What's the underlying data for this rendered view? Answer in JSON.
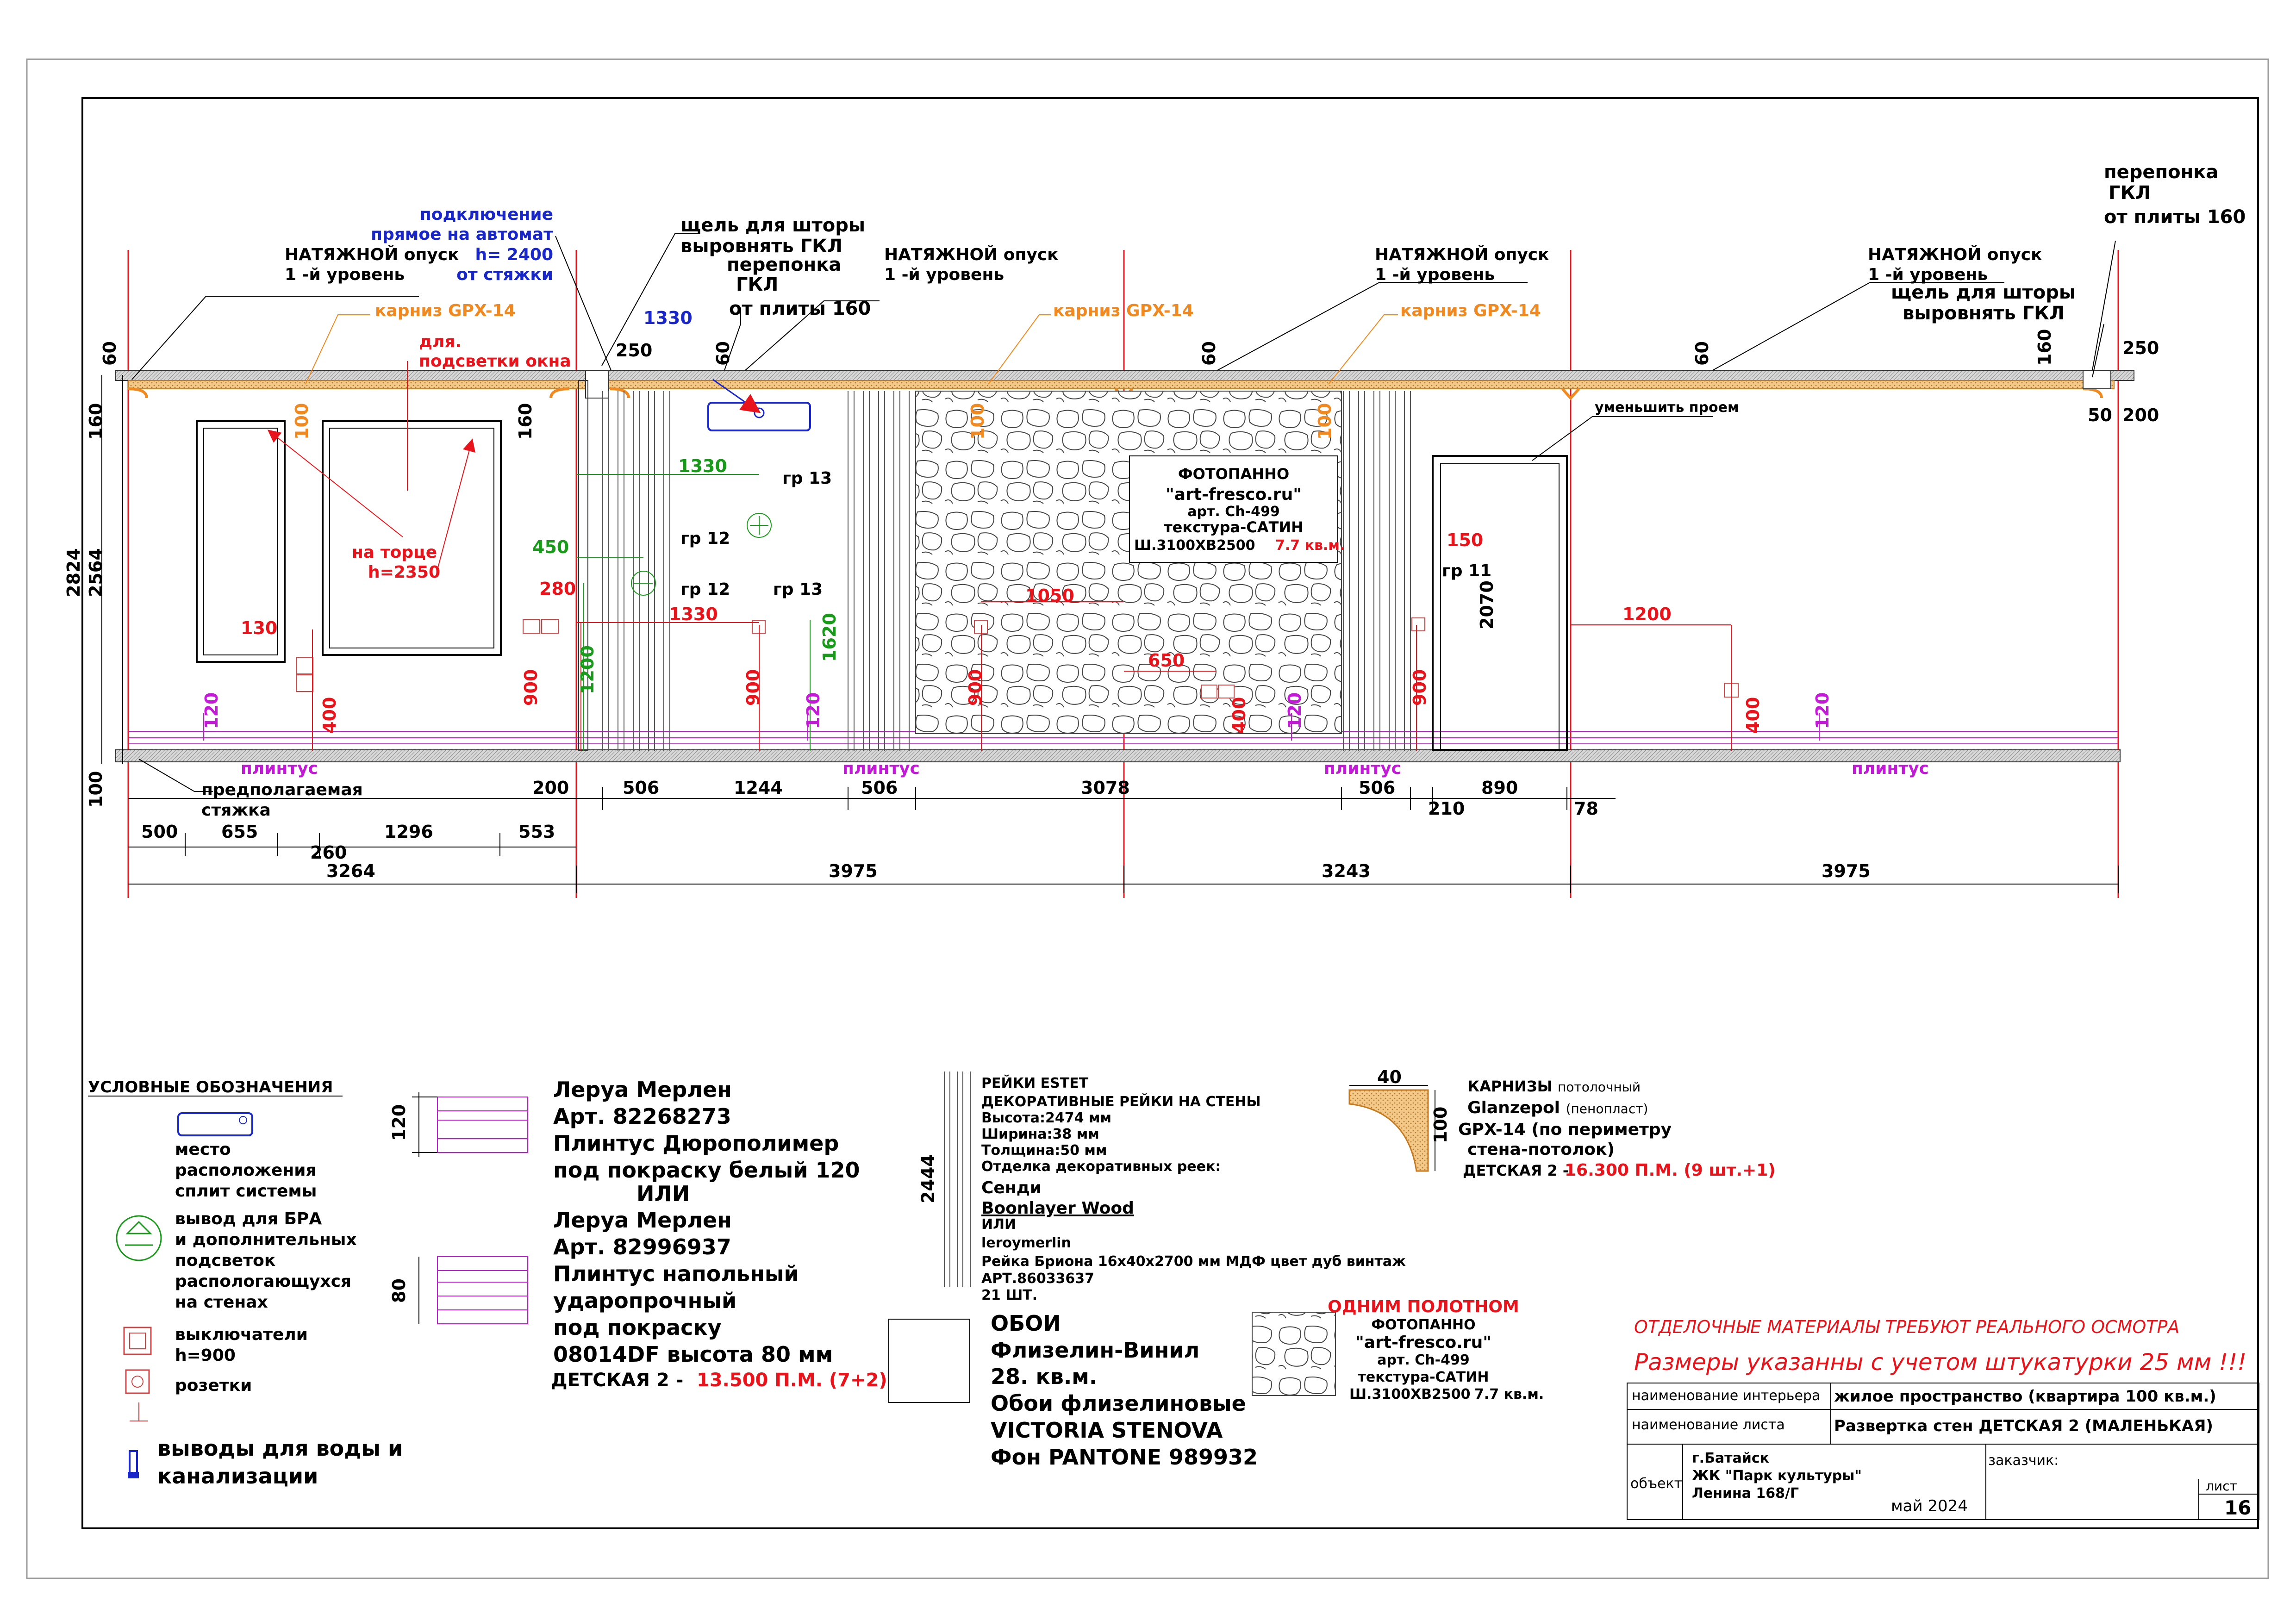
{
  "callouts": {
    "connection": [
      "подключение",
      "прямое на автомат",
      "h= 2400",
      "от стяжки"
    ],
    "stretch": [
      "НАТЯЖНОЙ опуск",
      "1 -й уровень"
    ],
    "cornice": "карниз GPX-14",
    "window_light": [
      "для.",
      "подсветки окна"
    ],
    "curtain_gap": [
      "щель для шторы",
      "выровнять ГКЛ"
    ],
    "gkl_partition": [
      "перепонка",
      "ГКЛ",
      "от плиты 160"
    ],
    "gkl_partition_right": [
      "перепонка",
      "ГКЛ",
      "от плиты 160"
    ],
    "curtain_gap_right": [
      "щель для шторы",
      "выровнять ГКЛ"
    ],
    "reduce_opening": "уменьшить проем",
    "on_end": [
      "на торце",
      "h=2350"
    ],
    "screed": [
      "предполагаемая",
      "стяжка"
    ],
    "plinth": "плинтус",
    "panel": [
      "ФОТОПАННО",
      "\"art-fresco.ru\"",
      "арт. Ch-499",
      "текстура-САТИН",
      "Ш.3100ХВ2500",
      "7.7 кв.м."
    ]
  },
  "groups": {
    "g11": "гр 11",
    "g12": "гр 12",
    "g13": "гр 13"
  },
  "dims": {
    "d60": "60",
    "d100": "100",
    "d160": "160",
    "d120": "120",
    "d400": "400",
    "d900": "900",
    "d2824": "2824",
    "d2564": "2564",
    "d1330": "1330",
    "d250": "250",
    "d450": "450",
    "d280": "280",
    "d1200": "1200",
    "d1620": "1620",
    "d1050": "1050",
    "d650": "650",
    "d150": "150",
    "d2070": "2070",
    "d130": "130",
    "d50": "50",
    "d200": "200",
    "d506": "506",
    "d1244": "1244",
    "d3078": "3078",
    "d890": "890",
    "d210": "210",
    "d78": "78",
    "d500": "500",
    "d655": "655",
    "d1296": "1296",
    "d553": "553",
    "d260": "260",
    "d3264": "3264",
    "d3975": "3975",
    "d3243": "3243"
  },
  "legend": {
    "title": "УСЛОВНЫЕ ОБОЗНАЧЕНИЯ",
    "split": [
      "место",
      "расположения",
      "сплит системы"
    ],
    "sconce": [
      "вывод для БРА",
      "и дополнительных",
      "подсветок",
      "распологающухся",
      "на стенах"
    ],
    "switch": [
      "выключатели",
      "h=900"
    ],
    "socket": "розетки",
    "water": [
      "выводы для воды и",
      "канализации"
    ]
  },
  "plinth_spec": {
    "h120": "120",
    "h80": "80",
    "lines": [
      "Леруа Мерлен",
      "Арт. 82268273",
      "Плинтус  Дюрополимер",
      "под покраску белый 120",
      "ИЛИ",
      "Леруа Мерлен",
      "Арт. 82996937",
      "Плинтус напольный",
      "ударопрочный",
      "под покраску",
      "08014DF высота 80 мм"
    ],
    "total_label": "ДЕТСКАЯ 2 - ",
    "total_value": "13.500 П.М. (7+2)"
  },
  "slats_spec": {
    "h": "2444",
    "lines": [
      "РЕЙКИ ESTET",
      "ДЕКОРАТИВНЫЕ РЕЙКИ НА СТЕНЫ",
      "Высота:2474 мм",
      "Ширина:38 мм",
      "Толщина:50 мм",
      "Отделка декоративных реек:",
      "Сенди",
      "Boonlayer Wood",
      "ИЛИ",
      "leroymerlin",
      "Рейка Бриона 16х40х2700 мм МДФ цвет дуб винтаж",
      "АРТ.86033637"
    ],
    "count": "21 ШТ."
  },
  "wallpaper_spec": {
    "lines": [
      "ОБОИ",
      "Флизелин-Винил"
    ],
    "area": "28. кв.м.",
    "lines2": [
      "Обои флизелиновые",
      "VICTORIA STENOVA",
      "Фон PANTONE 989932"
    ]
  },
  "panel_spec": {
    "head": "ОДНИМ ПОЛОТНОМ",
    "lines": [
      "ФОТОПАННО",
      "\"art-fresco.ru\"",
      "арт. Ch-499",
      "текстура-САТИН",
      "Ш.3100ХВ2500"
    ],
    "area": "7.7 кв.м."
  },
  "cornice_spec": {
    "w": "40",
    "h": "100",
    "line1a": "КАРНИЗЫ ",
    "line1b": "потолочный",
    "line2a": "Glanzepol ",
    "line2b": "(пенопласт)",
    "line3": "GPX-14  (по периметру",
    "line4": "стена-потолок)",
    "total_label": "ДЕТСКАЯ 2 - ",
    "total_value": "16.300 П.М. (9 шт.+1)"
  },
  "notes": {
    "note1": "ОТДЕЛОЧНЫЕ МАТЕРИАЛЫ ТРЕБУЮТ РЕАЛЬНОГО ОСМОТРА",
    "note2": "Размеры указанны  с учетом штукатурки 25 мм !!!"
  },
  "title_block": {
    "row1_label": "наименование интерьера",
    "row1_value": "жилое пространство (квартира 100 кв.м.)",
    "row2_label": "наименование листа",
    "row2_value": "Развертка стен ДЕТСКАЯ 2 (МАЛЕНЬКАЯ)",
    "obj_label": "объект",
    "obj_lines": [
      "г.Батайск",
      "ЖК \"Парк культуры\"",
      "Ленина 168/Г"
    ],
    "client_label": "заказчик:",
    "date": "май 2024",
    "sheet_label": "лист",
    "sheet_no": "16"
  }
}
